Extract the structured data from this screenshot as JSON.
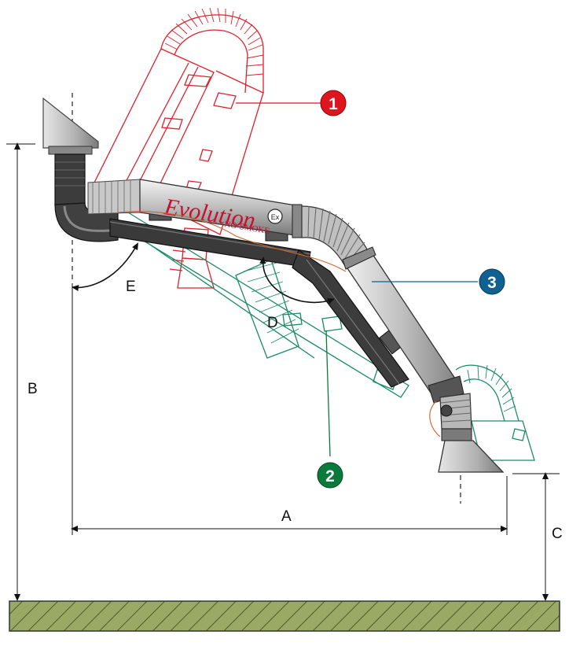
{
  "diagram": {
    "logo": {
      "brand": "Evolution",
      "subtitle": "NO-SMOKE",
      "mark": "Ex"
    },
    "callouts": [
      {
        "number": "1",
        "color": "#e0141e"
      },
      {
        "number": "2",
        "color": "#0a7a3c"
      },
      {
        "number": "3",
        "color": "#0f6190"
      }
    ],
    "dimensions": {
      "a": "A",
      "b": "B",
      "c": "C",
      "d": "D",
      "e": "E"
    },
    "colors": {
      "position1_outline": "#e0202a",
      "position2_outline": "#1a8a6a",
      "ground": "#8a9a5a",
      "arm_dark": "#3a3a3a",
      "tube_light": "#cfcfcf"
    },
    "icons": [
      "exhaust-hood-icon",
      "hatched-ground-icon",
      "angle-arrow-icon"
    ]
  }
}
